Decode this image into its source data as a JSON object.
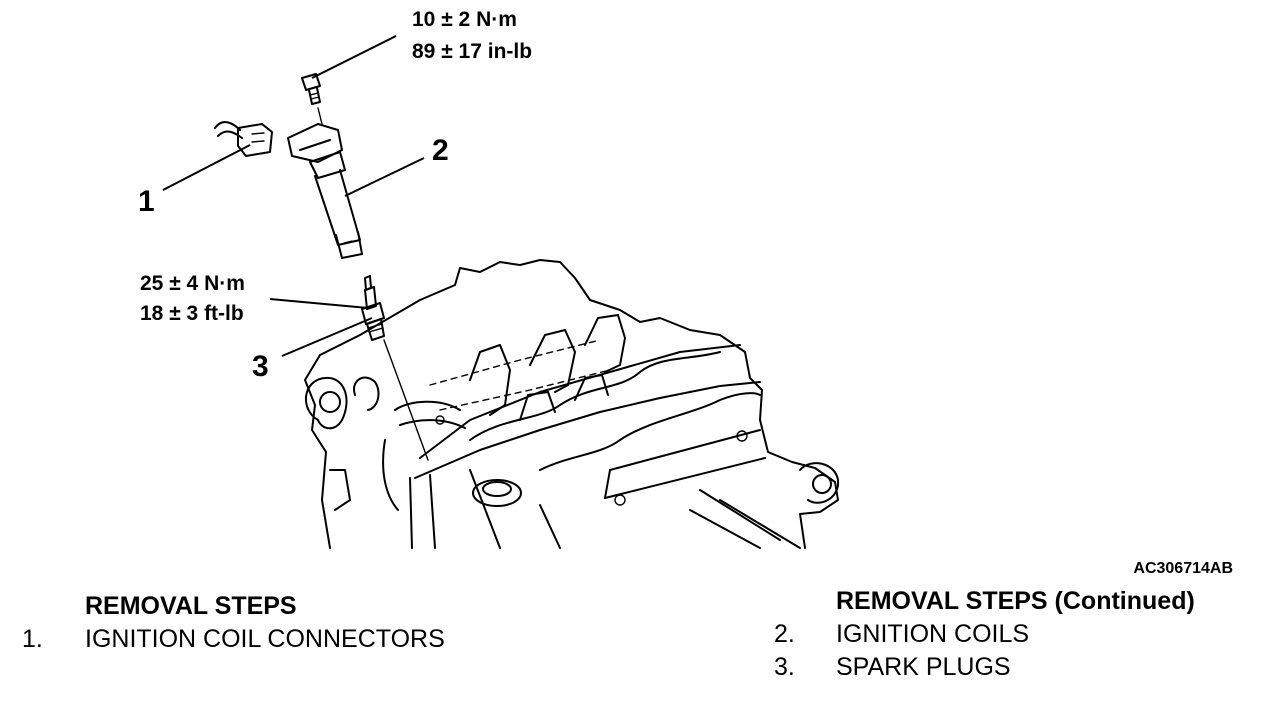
{
  "callouts": [
    {
      "id": "1",
      "label": "1"
    },
    {
      "id": "2",
      "label": "2"
    },
    {
      "id": "3",
      "label": "3"
    }
  ],
  "torque_specs": [
    {
      "item": "ignition-coil-bolt",
      "metric": "10 ± 2 N·m",
      "imperial": "89 ± 17 in-lb"
    },
    {
      "item": "spark-plug",
      "metric": "25 ± 4 N·m",
      "imperial": "18 ± 3 ft-lb"
    }
  ],
  "figure_id": "AC306714AB",
  "removal_steps": {
    "heading": "REMOVAL STEPS",
    "items": [
      {
        "number": "1.",
        "label": "IGNITION COIL CONNECTORS"
      }
    ]
  },
  "removal_steps_continued": {
    "heading": "REMOVAL STEPS (Continued)",
    "items": [
      {
        "number": "2.",
        "label": "IGNITION COILS"
      },
      {
        "number": "3.",
        "label": "SPARK PLUGS"
      }
    ]
  }
}
